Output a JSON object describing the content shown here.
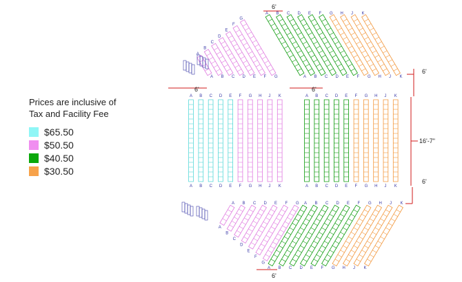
{
  "legend": {
    "title": "Prices are inclusive of Tax and Facility Fee",
    "items": [
      {
        "price": "$65.50",
        "color": "#8ff6f6"
      },
      {
        "price": "$50.50",
        "color": "#f08ef0"
      },
      {
        "price": "$40.50",
        "color": "#0aa80a"
      },
      {
        "price": "$30.50",
        "color": "#f7a24a"
      }
    ]
  },
  "dimensions": {
    "top": "6'",
    "upper_right": "6'",
    "center_left": "6'",
    "center_aisle": "6'",
    "lower_right": "6'",
    "bottom": "6'",
    "depth": "16'-7\""
  },
  "colors": {
    "cyan_outline": "#56d8d8",
    "pink_outline": "#e07ae0",
    "green_outline": "#0a9a0a",
    "orange_outline": "#f2963a",
    "label_blue": "#3a3aa8",
    "dimension_red": "#d21a1a"
  },
  "center_rows": {
    "left": [
      "A",
      "B",
      "C",
      "D",
      "E",
      "F",
      "G",
      "H",
      "J",
      "K"
    ],
    "right": [
      "A",
      "B",
      "C",
      "D",
      "E",
      "F",
      "G",
      "H",
      "J",
      "K"
    ]
  },
  "upper_rows": {
    "left": [
      "A",
      "B",
      "C",
      "D",
      "E",
      "F",
      "G"
    ],
    "right": [
      "A",
      "B",
      "C",
      "D",
      "E",
      "F",
      "G",
      "H",
      "J",
      "K"
    ]
  },
  "lower_rows": {
    "left": [
      "A",
      "B",
      "C",
      "D",
      "E",
      "F",
      "G"
    ],
    "right": [
      "A",
      "B",
      "C",
      "D",
      "E",
      "F",
      "G",
      "H",
      "J",
      "K"
    ]
  }
}
